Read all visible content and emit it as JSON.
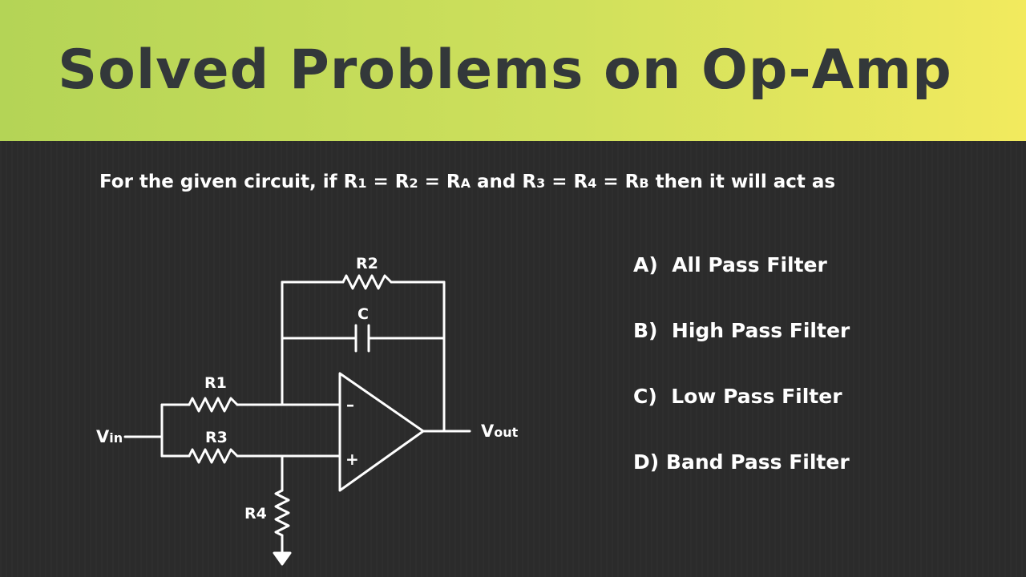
{
  "header": {
    "title": "Solved Problems on Op-Amp"
  },
  "question": {
    "prefix": "For the given circuit, if R",
    "r1_sub": "1",
    "eq1": " = R",
    "r2_sub": "2",
    "eq2": " = R",
    "ra_sub": "A",
    "mid": " and R",
    "r3_sub": "3",
    "eq3": " = R",
    "r4_sub": "4",
    "eq4": " = R",
    "rb_sub": "B",
    "suffix": " then it will act as"
  },
  "circuit": {
    "labels": {
      "r1": "R1",
      "r2": "R2",
      "r3": "R3",
      "r4": "R4",
      "c": "C",
      "vin_main": "V",
      "vin_sub": "in",
      "vout_main": "V",
      "vout_sub": "out",
      "minus": "–",
      "plus": "+"
    }
  },
  "options": [
    {
      "letter": "A)",
      "text": "All Pass Filter"
    },
    {
      "letter": "B)",
      "text": "High Pass Filter"
    },
    {
      "letter": "C)",
      "text": "Low Pass Filter"
    },
    {
      "letter": "D)",
      "text": "Band Pass Filter"
    }
  ],
  "colors": {
    "banner_start": "#b4d456",
    "banner_end": "#f2ea5e",
    "title_text": "#33383a",
    "board": "#2c2c2c",
    "ink": "#ffffff"
  }
}
